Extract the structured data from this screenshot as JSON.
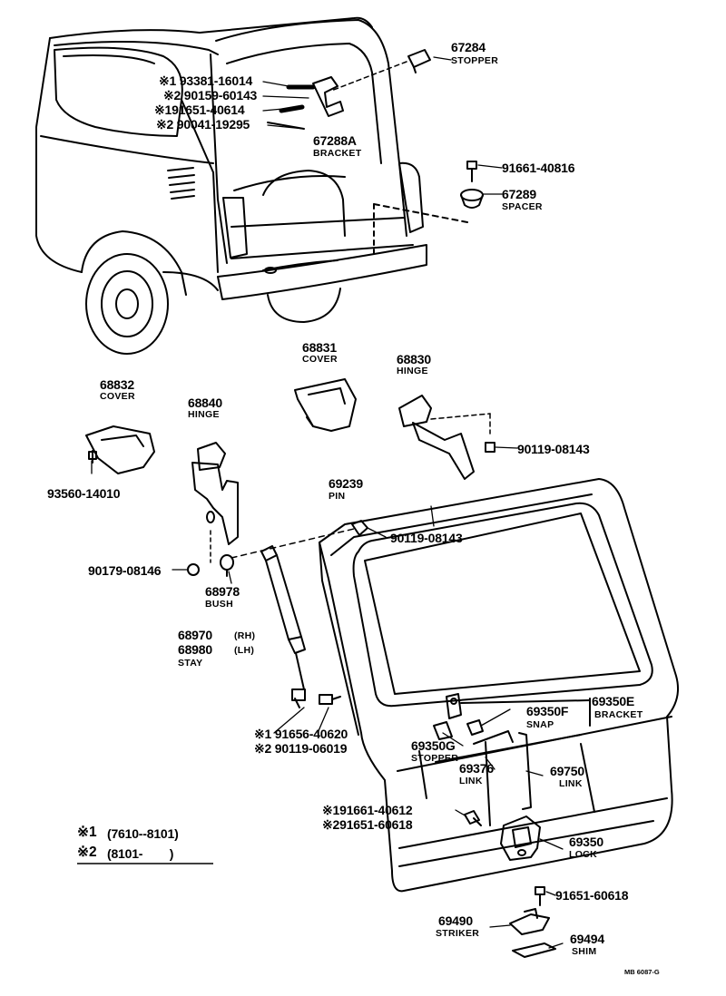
{
  "parts": [
    {
      "id": "stopper-67284",
      "number": "67284",
      "name": "STOPPER"
    },
    {
      "id": "bolt-93381",
      "number": "※1 93381-16014"
    },
    {
      "id": "bolt-90159",
      "number": "※2 90159-60143"
    },
    {
      "id": "bolt-91651-40614",
      "number": "※191651-40614"
    },
    {
      "id": "bolt-90041",
      "number": "※2 90041-19295"
    },
    {
      "id": "bracket-67288A",
      "number": "67288A",
      "name": "BRACKET"
    },
    {
      "id": "bolt-91661-40816",
      "number": "91661-40816"
    },
    {
      "id": "spacer-67289",
      "number": "67289",
      "name": "SPACER"
    },
    {
      "id": "cover-68831",
      "number": "68831",
      "name": "COVER"
    },
    {
      "id": "hinge-68830",
      "number": "68830",
      "name": "HINGE"
    },
    {
      "id": "cover-68832",
      "number": "68832",
      "name": "COVER"
    },
    {
      "id": "hinge-68840",
      "number": "68840",
      "name": "HINGE"
    },
    {
      "id": "bolt-90119-08143-a",
      "number": "90119-08143"
    },
    {
      "id": "clip-93560",
      "number": "93560-14010"
    },
    {
      "id": "pin-69239",
      "number": "69239",
      "name": "PIN"
    },
    {
      "id": "bolt-90119-08143-b",
      "number": "90119-08143"
    },
    {
      "id": "nut-90179",
      "number": "90179-08146"
    },
    {
      "id": "bush-68978",
      "number": "68978",
      "name": "BUSH"
    },
    {
      "id": "stay-68970",
      "number": "68970",
      "suffix": "(RH)"
    },
    {
      "id": "stay-68980",
      "number": "68980",
      "suffix": "(LH)",
      "name": "STAY"
    },
    {
      "id": "bracket-69350E",
      "number": "69350E",
      "name": "BRACKET"
    },
    {
      "id": "snap-69350F",
      "number": "69350F",
      "name": "SNAP"
    },
    {
      "id": "stopper-69350G",
      "number": "69350G",
      "name": "STOPPER"
    },
    {
      "id": "link-69376",
      "number": "69376",
      "name": "LINK"
    },
    {
      "id": "link-69750",
      "number": "69750",
      "name": "LINK"
    },
    {
      "id": "bolt-91656",
      "number": "※1 91656-40620"
    },
    {
      "id": "bolt-90119-06019",
      "number": "※2 90119-06019"
    },
    {
      "id": "bolt-91661-40612",
      "number": "※191661-40612"
    },
    {
      "id": "bolt-91651-60618-a",
      "number": "※291651-60618"
    },
    {
      "id": "lock-69350",
      "number": "69350",
      "name": "LOCK"
    },
    {
      "id": "bolt-91651-60618-b",
      "number": "91651-60618"
    },
    {
      "id": "striker-69490",
      "number": "69490",
      "name": "STRIKER"
    },
    {
      "id": "shim-69494",
      "number": "69494",
      "name": "SHIM"
    }
  ],
  "legend": {
    "note1_mark": "※1",
    "note1_range": "(7610--8101)",
    "note2_mark": "※2",
    "note2_range": "(8101-        )"
  },
  "code": "MB 6087-G"
}
